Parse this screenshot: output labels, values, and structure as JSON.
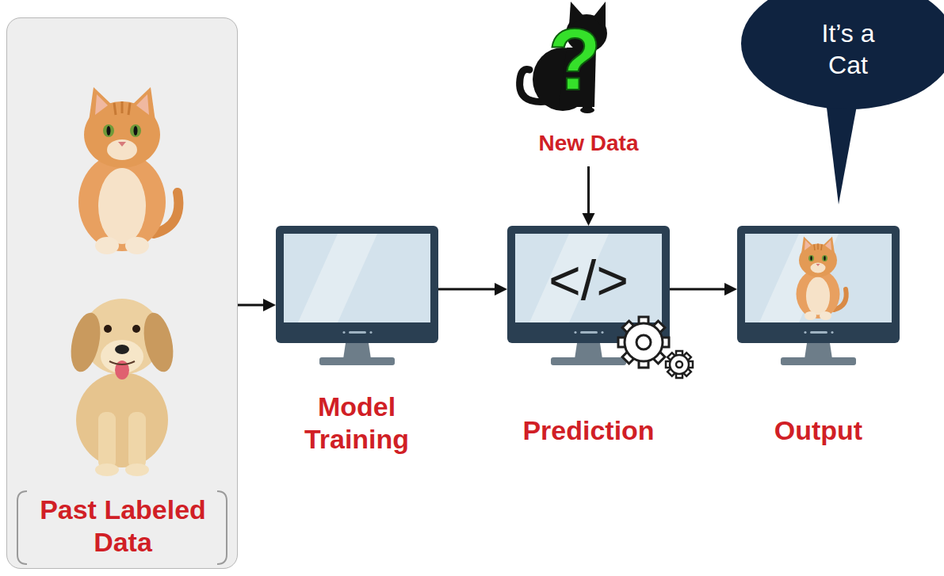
{
  "diagram": {
    "nodes": [
      {
        "text": [
          "Past Labeled Data"
        ]
      },
      {
        "text": [
          "Model Training"
        ]
      },
      {
        "text": [
          "?",
          "New Data"
        ]
      },
      {
        "text": [
          "</>",
          "Prediction"
        ]
      },
      {
        "text": [
          "Output"
        ]
      },
      {
        "text": [
          "It’s a Cat"
        ]
      }
    ],
    "edges": [
      {
        "from": 0,
        "to": 1,
        "arrow": "to"
      },
      {
        "from": 1,
        "to": 3,
        "arrow": "to"
      },
      {
        "from": 2,
        "to": 3,
        "arrow": "to"
      },
      {
        "from": 3,
        "to": 4,
        "arrow": "to"
      }
    ]
  }
}
